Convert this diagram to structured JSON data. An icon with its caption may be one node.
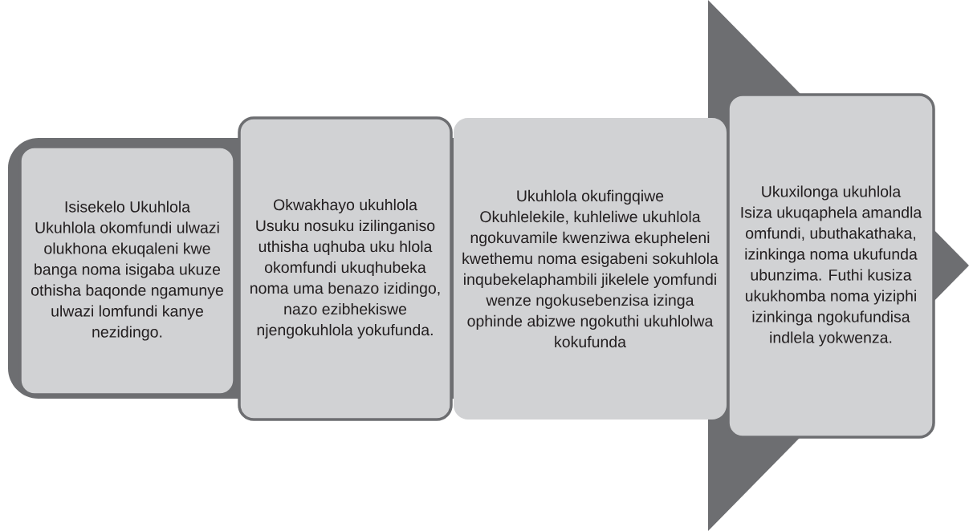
{
  "diagram": {
    "nodes": [
      {
        "text": [
          "Isisekelo Ukuhlola",
          "Ukuhlola okomfundi ulwazi olukhona ekuqaleni kwe banga noma isigaba ukuze othisha baqonde ngamunye ulwazi lomfundi kanye nezidingo."
        ]
      },
      {
        "text": [
          "Okwakhayo ukuhlola",
          "Usuku nosuku izilinganiso uthisha uqhuba uku hlola okomfundi ukuqhubeka noma uma benazo izidingo, nazo ezibhekiswe njengokuhlola yokufunda."
        ]
      },
      {
        "text": [
          "Ukuhlola okufingqiwe",
          "Okuhlelekile, kuhleliwe ukuhlola ngokuvamile kwenziwa ekupheleni kwethemu noma esigabeni sokuhlola inqubekelaphambili jikelele yomfundi wenze ngokusebenzisa izinga ophinde abizwe ngokuthi ukuhlolwa kokufunda"
        ]
      },
      {
        "text": [
          "Ukuxilonga ukuhlola",
          "Isiza ukuqaphela amandla omfundi, ubuthakathaka, izinkinga noma ukufunda ubunzima. Futhi kusiza ukukhomba noma yiziphi izinkinga ngokufundisa indlela yokwenza."
        ]
      }
    ]
  }
}
